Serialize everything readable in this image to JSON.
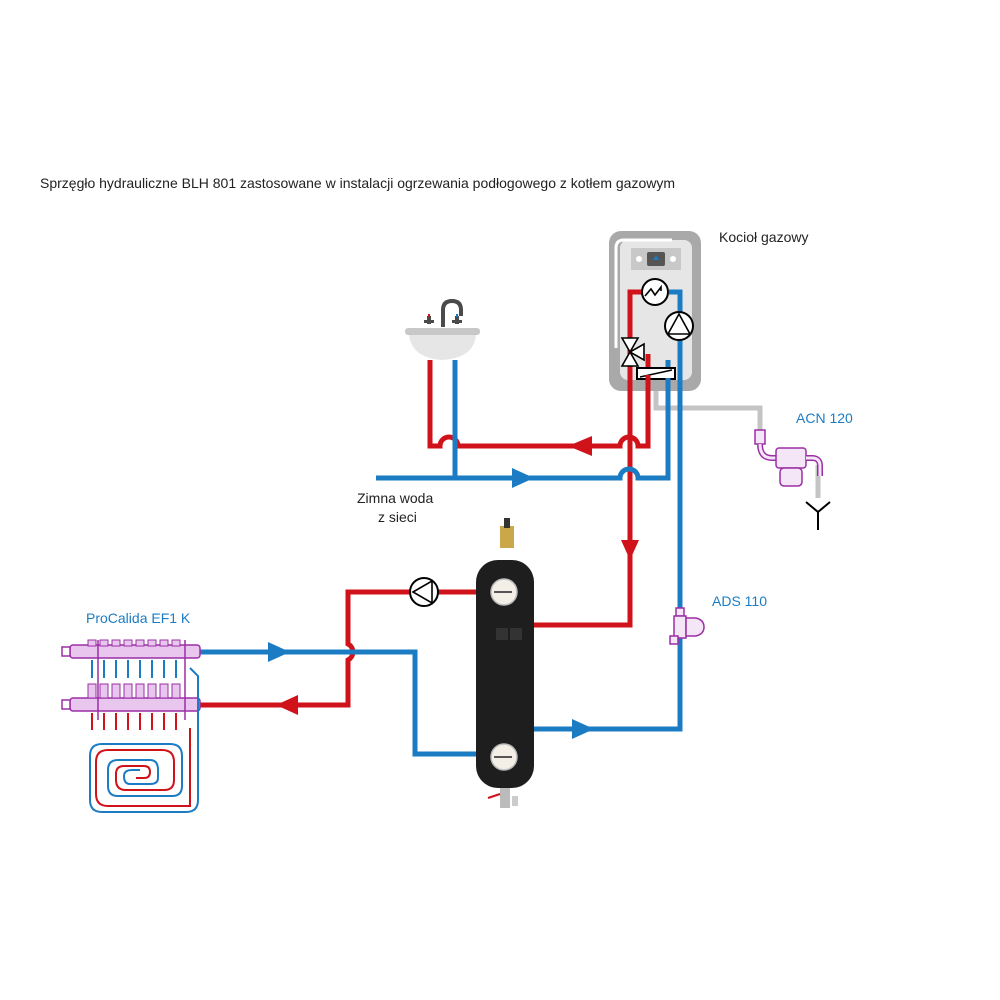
{
  "title": "Sprzęgło hydrauliczne BLH 801 zastosowane w instalacji ogrzewania podłogowego z kotłem gazowym",
  "labels": {
    "boiler": "Kocioł gazowy",
    "acn": "ACN 120",
    "ads": "ADS 110",
    "cold_water_line1": "Zimna woda",
    "cold_water_line2": "z sieci",
    "manifold": "ProCalida EF1 K"
  },
  "colors": {
    "hot": "#d0121b",
    "cold": "#1b7cc4",
    "accessory": "#9b2fa6",
    "boiler_body": "#a9a9a9",
    "condensate": "#c0c0c0",
    "separator": "#1e1e1e"
  },
  "icons": {
    "heat_exchanger": "heat-exchanger-icon",
    "circulation_pump": "pump-icon",
    "three_way_valve": "three-way-valve-icon",
    "plate_exchanger": "plate-exchanger-icon",
    "sink": "sink-icon",
    "drain": "drain-icon"
  }
}
